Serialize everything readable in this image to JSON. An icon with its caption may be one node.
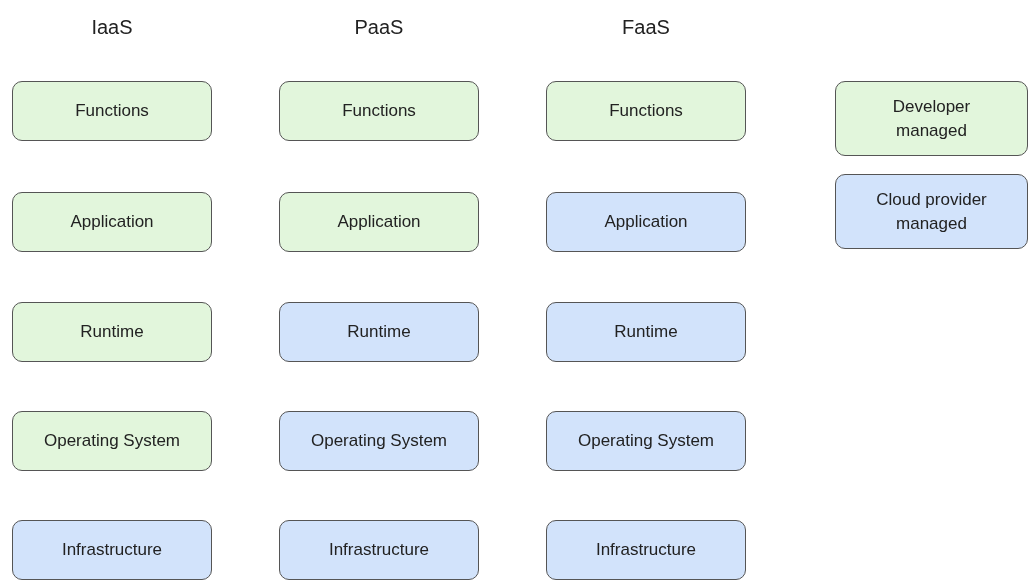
{
  "diagram": {
    "nodes": [
      {
        "text": [
          "Functions"
        ]
      },
      {
        "text": [
          "Functions"
        ]
      },
      {
        "text": [
          "Functions"
        ]
      },
      {
        "text": [
          "Application"
        ]
      },
      {
        "text": [
          "Application"
        ]
      },
      {
        "text": [
          "Application"
        ]
      },
      {
        "text": [
          "Runtime"
        ]
      },
      {
        "text": [
          "Runtime"
        ]
      },
      {
        "text": [
          "Runtime"
        ]
      },
      {
        "text": [
          "Operating System"
        ]
      },
      {
        "text": [
          "Operating System"
        ]
      },
      {
        "text": [
          "Operating System"
        ]
      },
      {
        "text": [
          "Infrastructure"
        ]
      },
      {
        "text": [
          "Infrastructure"
        ]
      },
      {
        "text": [
          "Infrastructure"
        ]
      }
    ],
    "labels": [
      "IaaS",
      "PaaS",
      "FaaS"
    ],
    "legend": [
      {
        "text": "Developer managed",
        "color": "#e2f6dc"
      },
      {
        "text": "Cloud provider managed",
        "color": "#d2e3fb"
      }
    ]
  }
}
